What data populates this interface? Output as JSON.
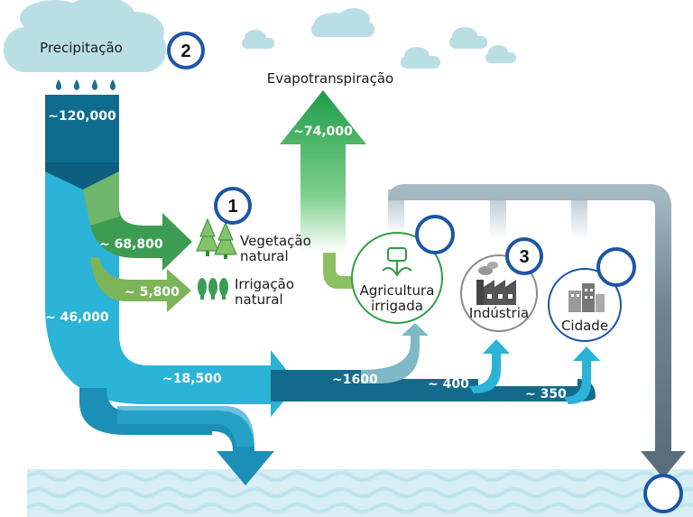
{
  "labels": {
    "precipitation": "Precipitação",
    "evapotranspiration": "Evapotranspiração",
    "vegetation_line1": "Vegetação",
    "vegetation_line2": "natural",
    "irrigation_line1": "Irrigação",
    "irrigation_line2": "natural",
    "agriculture_line1": "Agricultura",
    "agriculture_line2": "irrigada",
    "industry": "Indústria",
    "city": "Cidade"
  },
  "values": {
    "precipitation": "~120,000",
    "evapotranspiration": "~74,000",
    "vegetation": "~ 68,800",
    "irrigation": "~ 5,800",
    "runoff": "~ 46,000",
    "withdrawals": "~18,500",
    "agriculture": "~1600",
    "industry": "~ 400",
    "city": "~ 350"
  },
  "badges": {
    "b1": "1",
    "b2": "2",
    "b3": "3"
  },
  "colors": {
    "cloud": "#b9dfe5",
    "rain": "#1b6f8f",
    "dark_blue": "#0e6d8e",
    "light_blue": "#2bb3d8",
    "green": "#2c9f4a",
    "light_green": "#8dc062",
    "grey": "#5d7180",
    "badge_ring": "#1d55a6"
  }
}
